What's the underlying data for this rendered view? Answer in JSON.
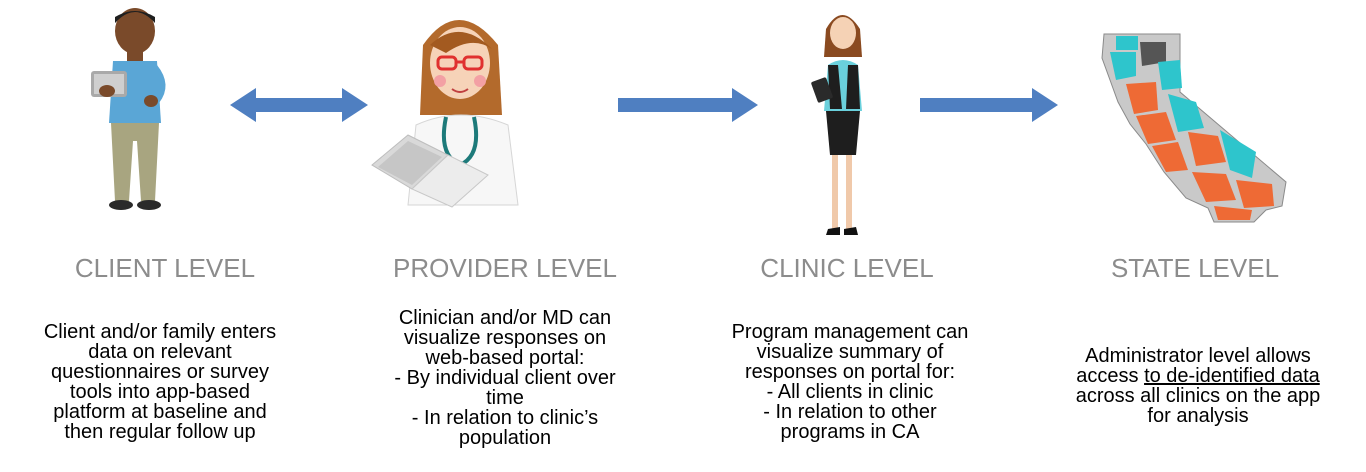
{
  "colors": {
    "arrow": "#4f7fc1",
    "title": "#8c8c8c",
    "map_orange": "#ee6a35",
    "map_teal": "#2ec5cc",
    "map_grey": "#c9c9c9"
  },
  "icons": {
    "client": "man-with-tablet-icon",
    "provider": "doctor-with-laptop-icon",
    "clinic": "businesswoman-with-tablet-icon",
    "state": "california-map-icon"
  },
  "levels": [
    {
      "title": "CLIENT LEVEL",
      "lines": [
        "Client and/or family enters",
        "data on relevant",
        "questionnaires or survey",
        "tools into app-based",
        "platform at baseline and",
        "then regular follow up"
      ]
    },
    {
      "title": "PROVIDER LEVEL",
      "lines": [
        "Clinician and/or MD can",
        "visualize responses on",
        "web-based portal:",
        "- By individual client over",
        "time",
        "- In relation to clinic’s",
        "population"
      ]
    },
    {
      "title": "CLINIC LEVEL",
      "lines": [
        "Program management can",
        "visualize summary of",
        "responses on portal for:",
        "- All clients in clinic",
        "- In relation to other",
        "programs in CA"
      ]
    },
    {
      "title": "STATE LEVEL",
      "lines": [
        "Administrator level allows",
        "access",
        "to de-identified data",
        "across all clinics on the app",
        "for analysis"
      ]
    }
  ]
}
